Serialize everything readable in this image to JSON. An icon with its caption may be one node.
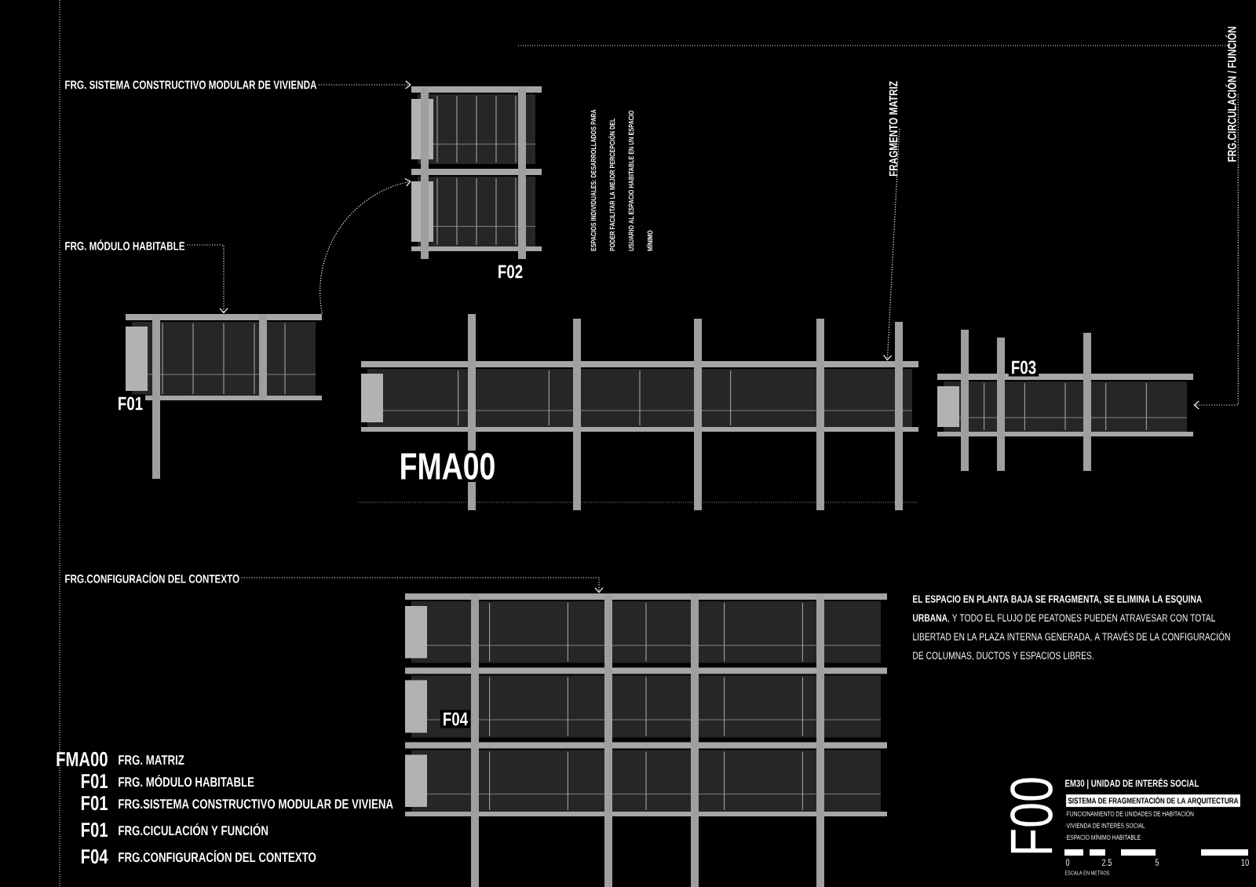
{
  "diagram": {
    "nodes": [
      {
        "text": [
          "FRG. SISTEMA CONSTRUCTIVO MODULAR DE VIVIENDA"
        ]
      },
      {
        "text": [
          "FRG. MÓDULO HABITABLE"
        ]
      },
      {
        "text": [
          "FRG.CONFIGURACÍON DEL CONTEXTO"
        ]
      },
      {
        "text": [
          "FRAGMENTO MATRIZ"
        ]
      },
      {
        "text": [
          "FRG.CIRCULACIÓN / FUNCIÓN"
        ]
      },
      {
        "text": [
          "F02"
        ]
      },
      {
        "text": [
          "F01"
        ]
      },
      {
        "text": [
          "FMA00"
        ]
      },
      {
        "text": [
          "F03"
        ]
      },
      {
        "text": [
          "F04"
        ]
      }
    ],
    "edges": [
      {
        "from": 0,
        "to": 5,
        "arrow": "to"
      },
      {
        "from": 1,
        "to": 6,
        "arrow": "to"
      },
      {
        "from": 2,
        "to": 9,
        "arrow": "to"
      },
      {
        "from": 3,
        "to": 7,
        "arrow": "to"
      },
      {
        "from": 4,
        "to": 8,
        "arrow": "to"
      },
      {
        "from": 6,
        "to": 5,
        "arrow": "to"
      }
    ],
    "labels": [
      "ESPACIOS INDIVIDUALES: DESARROLLADOS PARA PODER FACILITAR LA MEJOR PERCEPCIÓN DEL USUARIO AL ESPACIO HABITABLE EN UN ESPACIO MÍNIMO",
      "**EL ESPACIO EN PLANTA BAJA SE FRAGMENTA, SE ELIMINA LA ESQUINA URBANA**, Y TODO EL FLUJO DE PEATONES PUEDEN ATRAVESAR CON TOTAL LIBERTAD EN LA PLAZA INTERNA GENERADA, A TRAVÉS DE LA CONFIGURACIÓN DE COLUMNAS, DUCTOS Y ESPACIOS LIBRES.",
      "FMA00",
      "FRG. MATRIZ",
      "F01",
      "FRG. MÓDULO HABITABLE",
      "F01",
      "FRG.SISTEMA CONSTRUCTIVO MODULAR DE VIVIENA",
      "F01",
      "FRG.CICULACIÓN Y FUNCIÓN",
      "F04",
      "FRG.CONFIGURACÍON DEL CONTEXTO",
      "F00",
      "EM30 | UNIDAD DE INTERÉS SOCIAL",
      "SISTEMA DE FRAGMENTACIÓN DE LA ARQUITECTURA",
      "·FUNCIONAMIENTO DE UNIDADES DE HABITACIÓN",
      "·VIVIENDA DE INTERÉS SOCIAL",
      "·ESPACIO MÍNIMO HABITABLE",
      "0",
      "2.5",
      "5",
      "10",
      "ESCALA EN METROS"
    ]
  }
}
